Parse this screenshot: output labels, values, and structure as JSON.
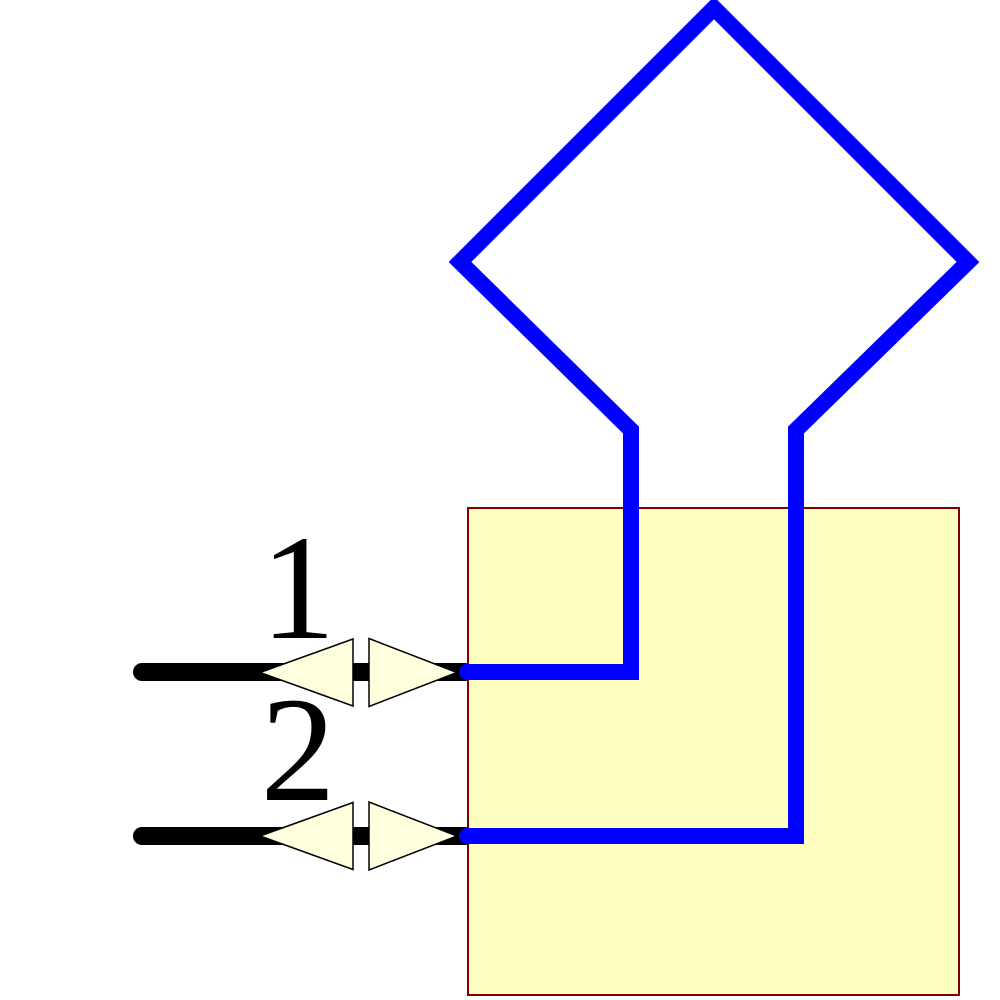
{
  "diagram": {
    "type": "schematic-symbol",
    "description": "Loop antenna schematic symbol: blue wire diamond loop entering a yellow component body, with two left-side bidirectional pins",
    "pins": [
      {
        "number": "1"
      },
      {
        "number": "2"
      }
    ],
    "colors": {
      "wire": "#0000ff",
      "body_fill": "#ffffc2",
      "body_border": "#800000",
      "pin_triangle_fill": "#ffffe0",
      "pin_line": "#000000",
      "background": "#ffffff"
    }
  }
}
